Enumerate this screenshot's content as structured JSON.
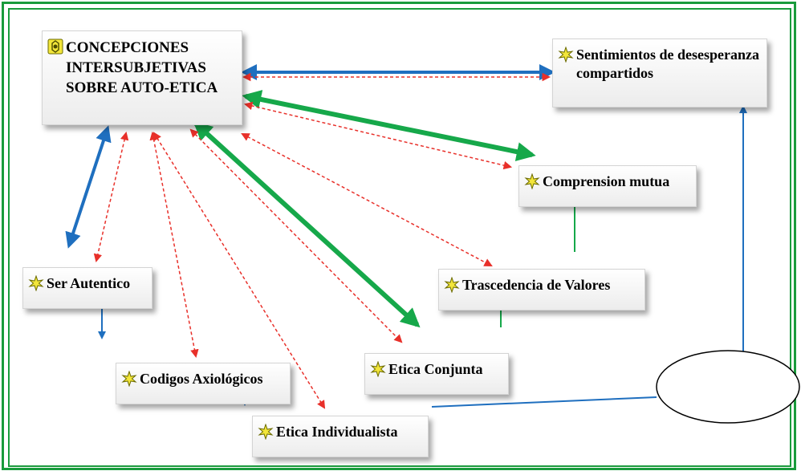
{
  "colors": {
    "frame": "#1a9b3c",
    "blue_link": "#1f6fbf",
    "green_link": "#16a84a",
    "red_link": "#e8302a",
    "icon_yellow": "#f3e63a"
  },
  "icons": {
    "main": "code-family-icon",
    "node": "code-star-icon"
  },
  "nodes": {
    "main": "CONCEPCIONES\nINTERSUBJETIVAS\nSOBRE AUTO-ETICA",
    "sentimientos": "Sentimientos de desesperanza\ncompartidos",
    "comprension": "Comprension mutua",
    "trascendencia": "Trascedencia de Valores",
    "ser_autentico": "Ser Autentico",
    "codigos": "Codigos Axiológicos",
    "etica_conjunta": "Etica Conjunta",
    "etica_individualista": "Etica Individualista"
  },
  "ellipse_text": ""
}
